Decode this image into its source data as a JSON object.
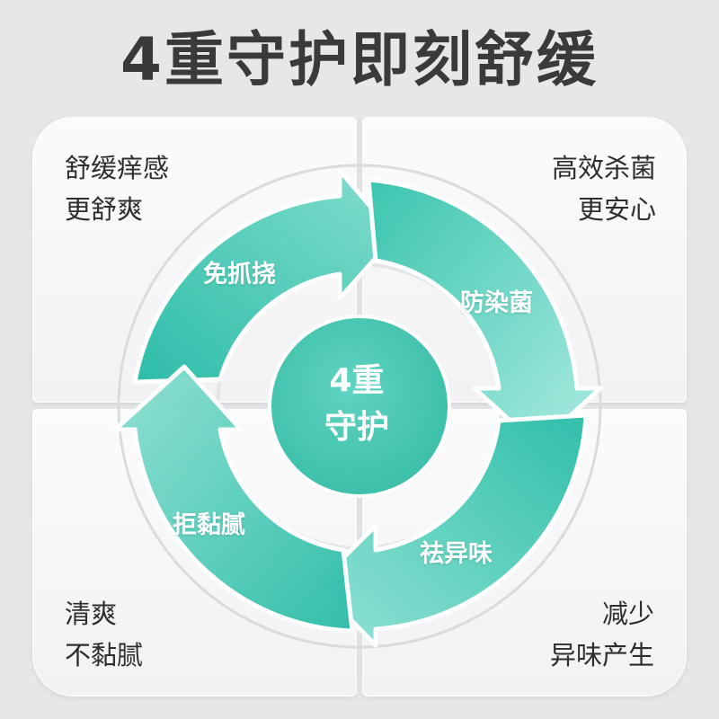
{
  "title": "4重守护即刻舒缓",
  "corners": {
    "top_left": {
      "line1": "舒缓痒感",
      "line2": "更舒爽"
    },
    "top_right": {
      "line1": "高效杀菌",
      "line2": "更安心"
    },
    "bottom_left": {
      "line1": "清爽",
      "line2": "不黏腻"
    },
    "bottom_right": {
      "line1": "减少",
      "line2": "异味产生"
    }
  },
  "cycle": {
    "arrow_top_left": "免抓挠",
    "arrow_top_right": "防染菌",
    "arrow_bottom_left": "拒黏腻",
    "arrow_bottom_right": "祛异味"
  },
  "center": {
    "line1": "4重",
    "line2": "守护"
  },
  "colors": {
    "background": "#e7e7ea",
    "panel": "#f7f7f8",
    "arrow_teal_dark": "#2bbfa8",
    "arrow_teal_light": "#9be7da",
    "center_circle": "#3cc6b0",
    "title_text": "#3a3a3a"
  }
}
